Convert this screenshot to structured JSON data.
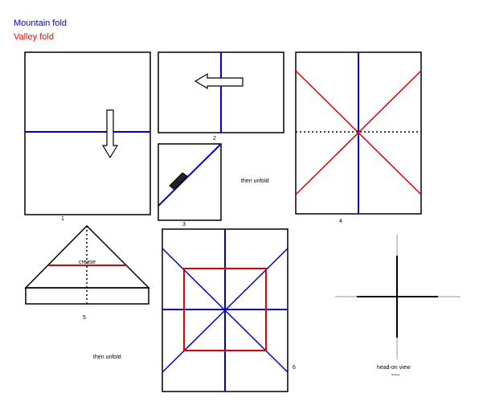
{
  "legend": {
    "mountain": {
      "label": "Mountain fold",
      "color": "#0000cc"
    },
    "valley": {
      "label": "Valley fold",
      "color": "#ff0000"
    }
  },
  "steps": {
    "s1": "1",
    "s2": "2",
    "s3": "3",
    "s4": "4",
    "s5": "5",
    "s6": "6"
  },
  "notes": {
    "then_unfold_1": "then unfold",
    "then_unfold_2": "then unfold",
    "crease": "crease",
    "head_on_view": "head-on view",
    "tiny_caption": "finished"
  },
  "colors": {
    "line": "#000000",
    "mountain": "#0000cc",
    "valley": "#dd0000",
    "gray": "#bbbbbb"
  }
}
